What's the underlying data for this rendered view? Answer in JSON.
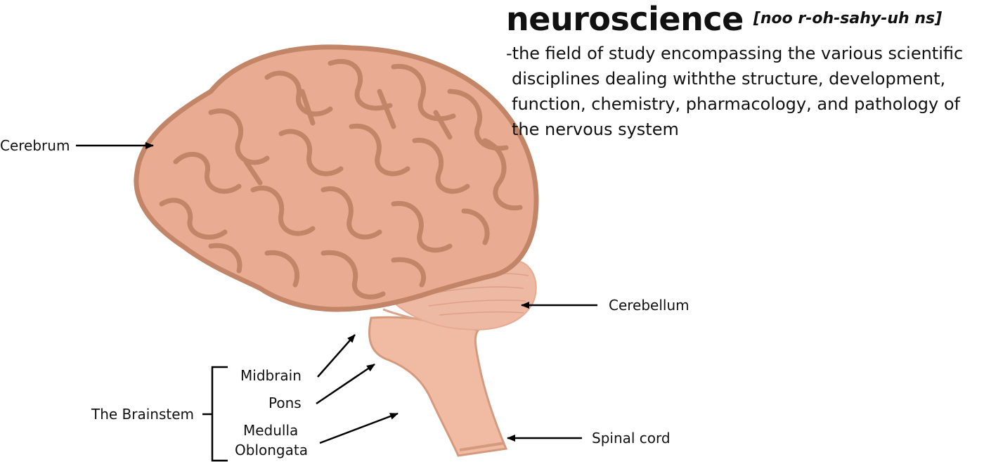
{
  "title": {
    "word": "neuroscience",
    "pronunciation": "[noo r-oh-sahy-uh ns]",
    "definition_lines": [
      "-the field of study encompassing the various scientific",
      "disciplines dealing withthe structure, development,",
      "function, chemistry, pharmacology, and pathology of",
      "the nervous system"
    ]
  },
  "labels": {
    "cerebrum": "Cerebrum",
    "cerebellum": "Cerebellum",
    "spinal_cord": "Spinal cord",
    "brainstem": "The Brainstem",
    "midbrain": "Midbrain",
    "pons": "Pons",
    "medulla_line1": "Medulla",
    "medulla_line2": "Oblongata"
  },
  "colors": {
    "brain_fill": "#E9AC93",
    "brain_outline": "#C28568",
    "cerebellum_fill": "#EDB9A2",
    "stem_fill": "#F0BBA2",
    "stem_edge": "#D59A7E",
    "arrow": "#000000"
  }
}
